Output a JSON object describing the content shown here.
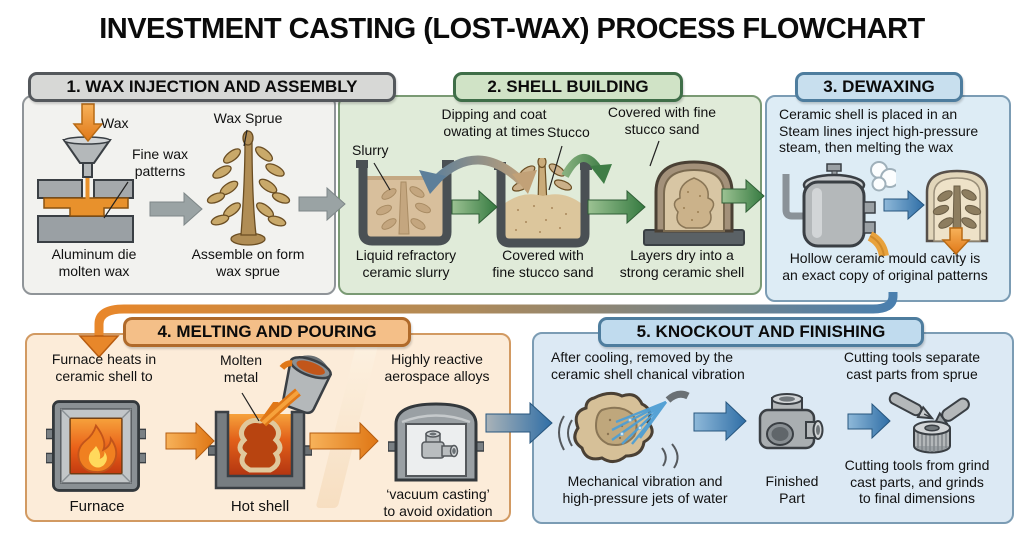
{
  "title": "INVESTMENT CASTING (LOST-WAX) PROCESS FLOWCHART",
  "sections": {
    "wax_injection": {
      "header": "1. WAX INJECTION AND ASSEMBLY",
      "labels": {
        "wax": "Wax",
        "fine_wax_patterns": "Fine wax\npatterns",
        "wax_sprue": "Wax Sprue"
      },
      "captions": {
        "die": "Aluminum die\nmolten wax",
        "assemble": "Assemble on form\nwax sprue"
      }
    },
    "shell_building": {
      "header": "2. SHELL BUILDING",
      "labels": {
        "dipping": "Dipping and coat\nowating at times",
        "slurry": "Slurry",
        "stucco": "Stucco",
        "covered_fine": "Covered with fine\nstucco sand"
      },
      "captions": {
        "slurry_tank": "Liquid refractory\nceramic slurry",
        "stucco_tank": "Covered with\nfine stucco sand",
        "dry_shell": "Layers dry into a\nstrong ceramic shell"
      }
    },
    "dewaxing": {
      "header": "3. DEWAXING",
      "text_top": "Ceramic shell is placed in an\nSteam lines inject high-pressure\nsteam,  then melting the wax",
      "text_bottom": "Hollow ceramic mould cavity is\nan exact copy of original patterns"
    },
    "melting_pouring": {
      "header": "4. MELTING AND POURING",
      "labels": {
        "furnace_heats": "Furnace heats in\nceramic shell to",
        "molten_metal": "Molten\nmetal",
        "highly_reactive": "Highly reactive\naerospace alloys"
      },
      "captions": {
        "furnace": "Furnace",
        "hot_shell": "Hot shell",
        "vacuum": "‘vacuum casting’\nto avoid oxidation"
      }
    },
    "knockout_finishing": {
      "header": "5. KNOCKOUT AND FINISHING",
      "labels": {
        "after_cooling": "After cooling, removed by the\nceramic shell chanical vibration",
        "cutting_separate": "Cutting tools separate\ncast parts from sprue"
      },
      "captions": {
        "mechanical": "Mechanical vibration and\nhigh-pressure jets of water",
        "finished_part": "Finished\nPart",
        "cutting_grind": "Cutting tools from grind\ncast parts, and grinds\nto final dimensions"
      }
    }
  },
  "icons": {
    "down-arrow-icon": "wax pours into funnel",
    "right-arrow-icon": "process step connector",
    "curved-arrow-icon": "repeat dipping cycle",
    "steam-cloud-icon": "steam puff",
    "flame-icon": "furnace fire"
  },
  "colors": {
    "section1_bg": "#f2f2ef",
    "section2_bg": "#e0ebd9",
    "section3_bg": "#ddecf5",
    "section4_bg": "#fcecd9",
    "section5_bg": "#dce9f4",
    "arrow_gray": "#9aa3a4",
    "arrow_green": "#357a40",
    "arrow_orange": "#e8872a",
    "arrow_blue": "#2f6ea6",
    "wax_orange": "#e8912c"
  }
}
